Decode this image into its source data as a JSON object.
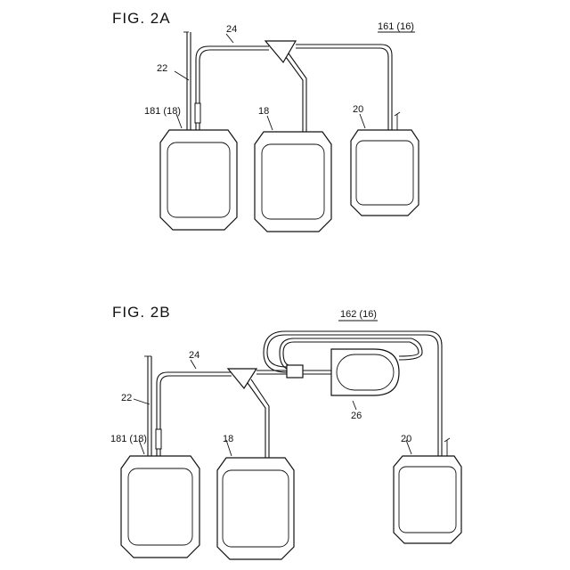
{
  "figure_a": {
    "title": "FIG. 2A",
    "labels": {
      "tube_24": "24",
      "tube_22": "22",
      "set_161": "161 (16)",
      "bag_181": "181 (18)",
      "bag_18": "18",
      "bag_20": "20"
    }
  },
  "figure_b": {
    "title": "FIG. 2B",
    "labels": {
      "tube_24": "24",
      "tube_22": "22",
      "set_162": "162 (16)",
      "bag_181": "181 (18)",
      "bag_18": "18",
      "bag_20": "20",
      "filter_26": "26"
    }
  }
}
